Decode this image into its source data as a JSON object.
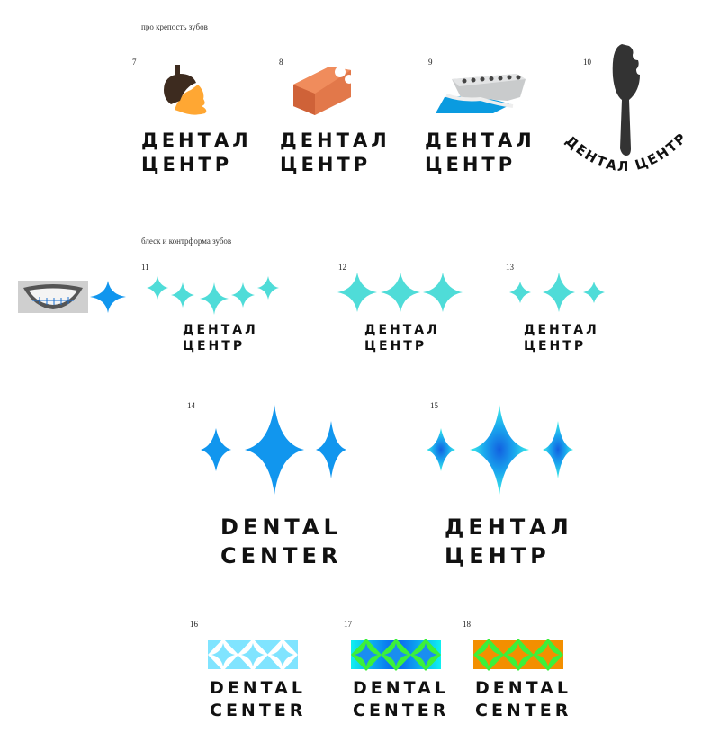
{
  "sections": [
    {
      "title": "про крепость зубов"
    },
    {
      "title": "блеск и контрформа зубов"
    }
  ],
  "logos": [
    {
      "number": "7",
      "icon": "acorn-icon",
      "line1": "ДЕНТАЛ",
      "line2": "ЦЕНТР"
    },
    {
      "number": "8",
      "icon": "brick-icon",
      "line1": "ДЕНТАЛ",
      "line2": "ЦЕНТР"
    },
    {
      "number": "9",
      "icon": "concrete-slab-icon",
      "line1": "ДЕНТАЛ",
      "line2": "ЦЕНТР"
    },
    {
      "number": "10",
      "icon": "bitten-spoon-icon",
      "curved_text": "ДЕНТАЛ ЦЕНТР"
    },
    {
      "number": "11",
      "icon": "sparkles-arc",
      "line1": "ДЕНТАЛ",
      "line2": "ЦЕНТР"
    },
    {
      "number": "12",
      "icon": "sparkles-row",
      "line1": "ДЕНТАЛ",
      "line2": "ЦЕНТР"
    },
    {
      "number": "13",
      "icon": "sparkles-row",
      "line1": "ДЕНТАЛ",
      "line2": "ЦЕНТР"
    },
    {
      "number": "14",
      "icon": "sparkles-blue",
      "line1": "DENTAL",
      "line2": "CENTER"
    },
    {
      "number": "15",
      "icon": "sparkles-gradient",
      "line1": "ДЕНТАЛ",
      "line2": "ЦЕНТР"
    },
    {
      "number": "16",
      "icon": "diamond-pattern",
      "line1": "DENTAL",
      "line2": "CENTER"
    },
    {
      "number": "17",
      "icon": "diamond-pattern",
      "line1": "DENTAL",
      "line2": "CENTER"
    },
    {
      "number": "18",
      "icon": "diamond-pattern",
      "line1": "DENTAL",
      "line2": "CENTER"
    }
  ],
  "colors": {
    "acorn_cap": "#3d2b1f",
    "acorn_body": "#ffa733",
    "brick": "#e2784a",
    "water": "#0a9be0",
    "spoon": "#333333",
    "sparkle_cyan": "#4fdcd8",
    "sparkle_blue": "#1196ee",
    "band16": "#80e4ff",
    "band18": "#f38f00",
    "green": "#3cf03a"
  }
}
